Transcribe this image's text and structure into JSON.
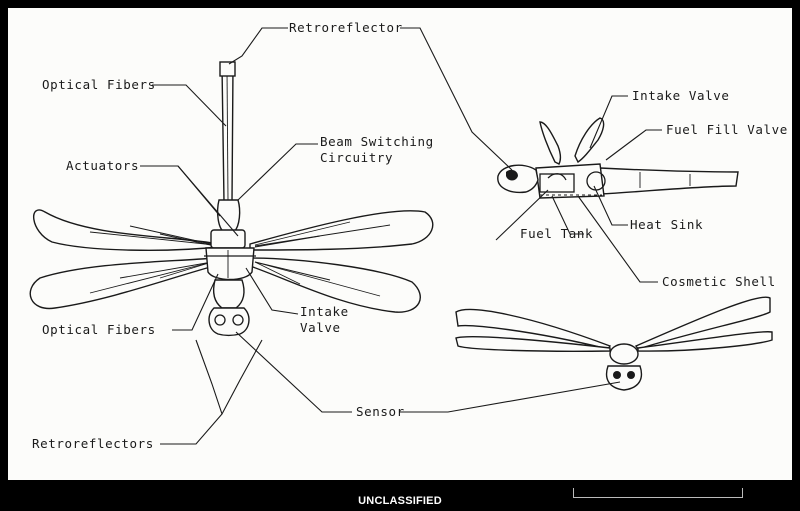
{
  "diagram": {
    "labels": {
      "retroreflector_top": "Retroreflector",
      "optical_fibers_top": "Optical Fibers",
      "beam_switching_1": "Beam Switching",
      "beam_switching_2": "Circuitry",
      "actuators": "Actuators",
      "optical_fibers_bottom": "Optical Fibers",
      "intake_valve_left_1": "Intake",
      "intake_valve_left_2": "Valve",
      "sensor": "Sensor",
      "retroreflectors": "Retroreflectors",
      "intake_valve_right": "Intake Valve",
      "fuel_fill_valve": "Fuel Fill Valve",
      "heat_sink": "Heat Sink",
      "fuel_tank": "Fuel Tank",
      "cosmetic_shell": "Cosmetic Shell"
    }
  },
  "footer": {
    "classification": "UNCLASSIFIED"
  }
}
